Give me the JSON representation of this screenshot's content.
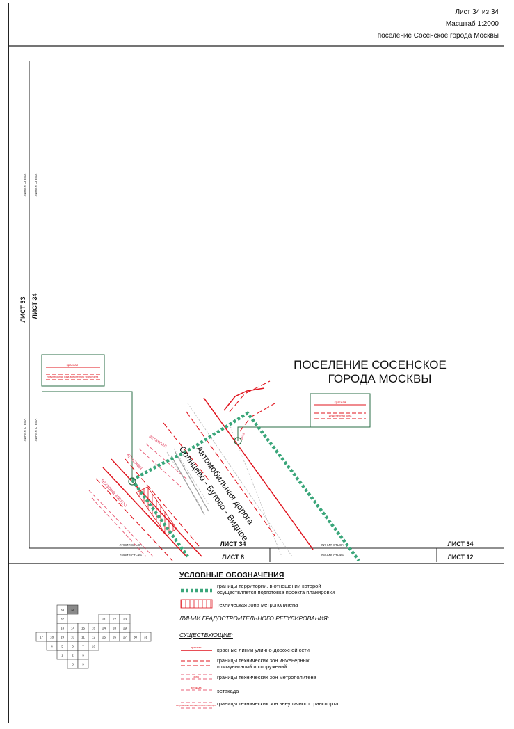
{
  "header": {
    "sheet": "Лист 34 из 34",
    "scale": "Масштаб 1:2000",
    "settlement": "поселение Сосенское города Москвы"
  },
  "map": {
    "area_title_line1": "ПОСЕЛЕНИЕ СОСЕНСКОЕ",
    "area_title_line2": "ГОРОДА МОСКВЫ",
    "road_line1": "Автомобильная дорога",
    "road_line2": "Солнцево - Бутово - Видное",
    "sheet_left_outer": "ЛИСТ 33",
    "sheet_left_inner": "ЛИСТ 34",
    "junction_label": "ЛИНИЯ СТЫКА",
    "sheet_bottom_above": "ЛИСТ 34",
    "sheet_bottom_below": "ЛИСТ 8",
    "sheet_right_above": "ЛИСТ 34",
    "sheet_right_below": "ЛИСТ 12",
    "callout_red": "красная",
    "callout_transport": "Невулиночная зона внеуличного транспорта",
    "callout_engineering": "Инженерная зона",
    "label_red_line": "красная",
    "label_metro_zone": "техзона метро",
    "label_estacade": "эстакада",
    "label_zone": "зона",
    "colors": {
      "red": "#e0141e",
      "pink": "#e8607a",
      "green": "#3aa67a",
      "gray": "#9a9a9a"
    }
  },
  "legend": {
    "title": "УСЛОВНЫЕ ОБОЗНАЧЕНИЯ",
    "planning_boundary": "границы территории, в отношении которой осуществляется подготовка проекта планировки",
    "metro_zone": "техническая зона метрополитена",
    "regulation_heading": "ЛИНИИ ГРАДОСТРОИТЕЛЬНОГО РЕГУЛИРОВАНИЯ:",
    "existing_heading": "СУЩЕСТВУЮЩИЕ:",
    "red_lines": "красные линии улично-дорожной сети",
    "engineering_zones": "границы технических зон инженерных коммуникаций и сооружений",
    "metro_zone_boundaries": "границы технических зон метрополитена",
    "estacade": "эстакада",
    "transport_zones": "границы технических зон внеуличного транспорта",
    "sample_red": "красная",
    "sample_zone": "зона",
    "sample_estacade": "эстакада",
    "sample_transport": "Невулиночная зона внеуличного транспорта"
  },
  "index_map": {
    "sheets": [
      "1",
      "2",
      "3",
      "4",
      "5",
      "6",
      "7",
      "8",
      "9",
      "10",
      "11",
      "12",
      "13",
      "14",
      "15",
      "16",
      "17",
      "18",
      "19",
      "20",
      "21",
      "22",
      "23",
      "24",
      "25",
      "26",
      "27",
      "28",
      "29",
      "30",
      "31",
      "32",
      "33",
      "34"
    ],
    "current": "34"
  }
}
